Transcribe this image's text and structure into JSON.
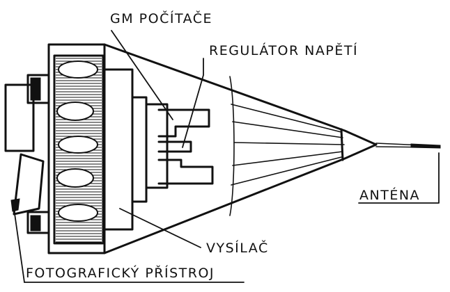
{
  "labels": {
    "gm_computer": "GM POČÍTAČE",
    "voltage_regulator": "REGULÁTOR NAPĚTÍ",
    "antenna": "ANTÉNA",
    "transmitter": "VYSÍLAČ",
    "camera": "FOTOGRAFICKÝ PŘÍSTROJ"
  }
}
